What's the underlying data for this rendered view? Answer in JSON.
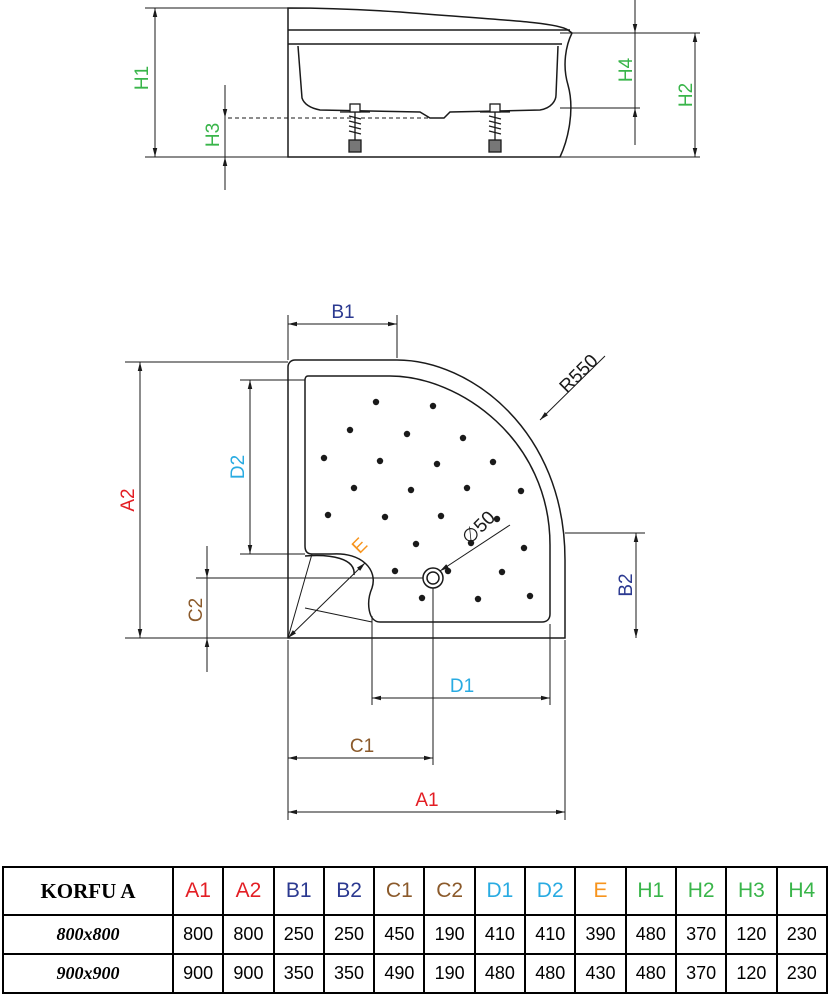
{
  "colors": {
    "line": "#1a1a1a",
    "a": "#e31e24",
    "b": "#2b3990",
    "c": "#8b5a2b",
    "d": "#29abe2",
    "e": "#f7941d",
    "h": "#39b54a"
  },
  "labels": {
    "H1": "H1",
    "H2": "H2",
    "H3": "H3",
    "H4": "H4",
    "A1": "A1",
    "A2": "A2",
    "B1": "B1",
    "B2": "B2",
    "C1": "C1",
    "C2": "C2",
    "D1": "D1",
    "D2": "D2",
    "E": "E",
    "radius": "R550",
    "drain": "∅50"
  },
  "table": {
    "model": "KORFU A",
    "columns": [
      {
        "name": "A1",
        "color": "#e31e24"
      },
      {
        "name": "A2",
        "color": "#e31e24"
      },
      {
        "name": "B1",
        "color": "#2b3990"
      },
      {
        "name": "B2",
        "color": "#2b3990"
      },
      {
        "name": "C1",
        "color": "#8b5a2b"
      },
      {
        "name": "C2",
        "color": "#8b5a2b"
      },
      {
        "name": "D1",
        "color": "#29abe2"
      },
      {
        "name": "D2",
        "color": "#29abe2"
      },
      {
        "name": "E",
        "color": "#f7941d"
      },
      {
        "name": "H1",
        "color": "#39b54a"
      },
      {
        "name": "H2",
        "color": "#39b54a"
      },
      {
        "name": "H3",
        "color": "#39b54a"
      },
      {
        "name": "H4",
        "color": "#39b54a"
      }
    ],
    "rows": [
      {
        "size": "800x800",
        "values": [
          "800",
          "800",
          "250",
          "250",
          "450",
          "190",
          "410",
          "410",
          "390",
          "480",
          "370",
          "120",
          "230"
        ]
      },
      {
        "size": "900x900",
        "values": [
          "900",
          "900",
          "350",
          "350",
          "490",
          "190",
          "480",
          "480",
          "430",
          "480",
          "370",
          "120",
          "230"
        ]
      }
    ]
  }
}
